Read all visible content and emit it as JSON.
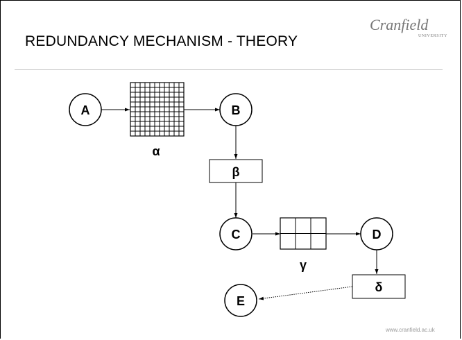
{
  "slide": {
    "title": "REDUNDANCY MECHANISM - THEORY",
    "logo": {
      "name": "Cranfield",
      "subtitle": "UNIVERSITY"
    },
    "footer_url": "www.cranfield.ac.uk"
  },
  "diagram": {
    "nodes": [
      "A",
      "B",
      "C",
      "D",
      "E"
    ],
    "matrix_labels": {
      "alpha": "α",
      "gamma": "γ"
    },
    "box_labels": {
      "beta": "β",
      "delta": "δ"
    },
    "matrix_alpha": {
      "rows": 11,
      "cols": 11
    },
    "matrix_gamma": {
      "rows": 2,
      "cols": 3
    }
  }
}
